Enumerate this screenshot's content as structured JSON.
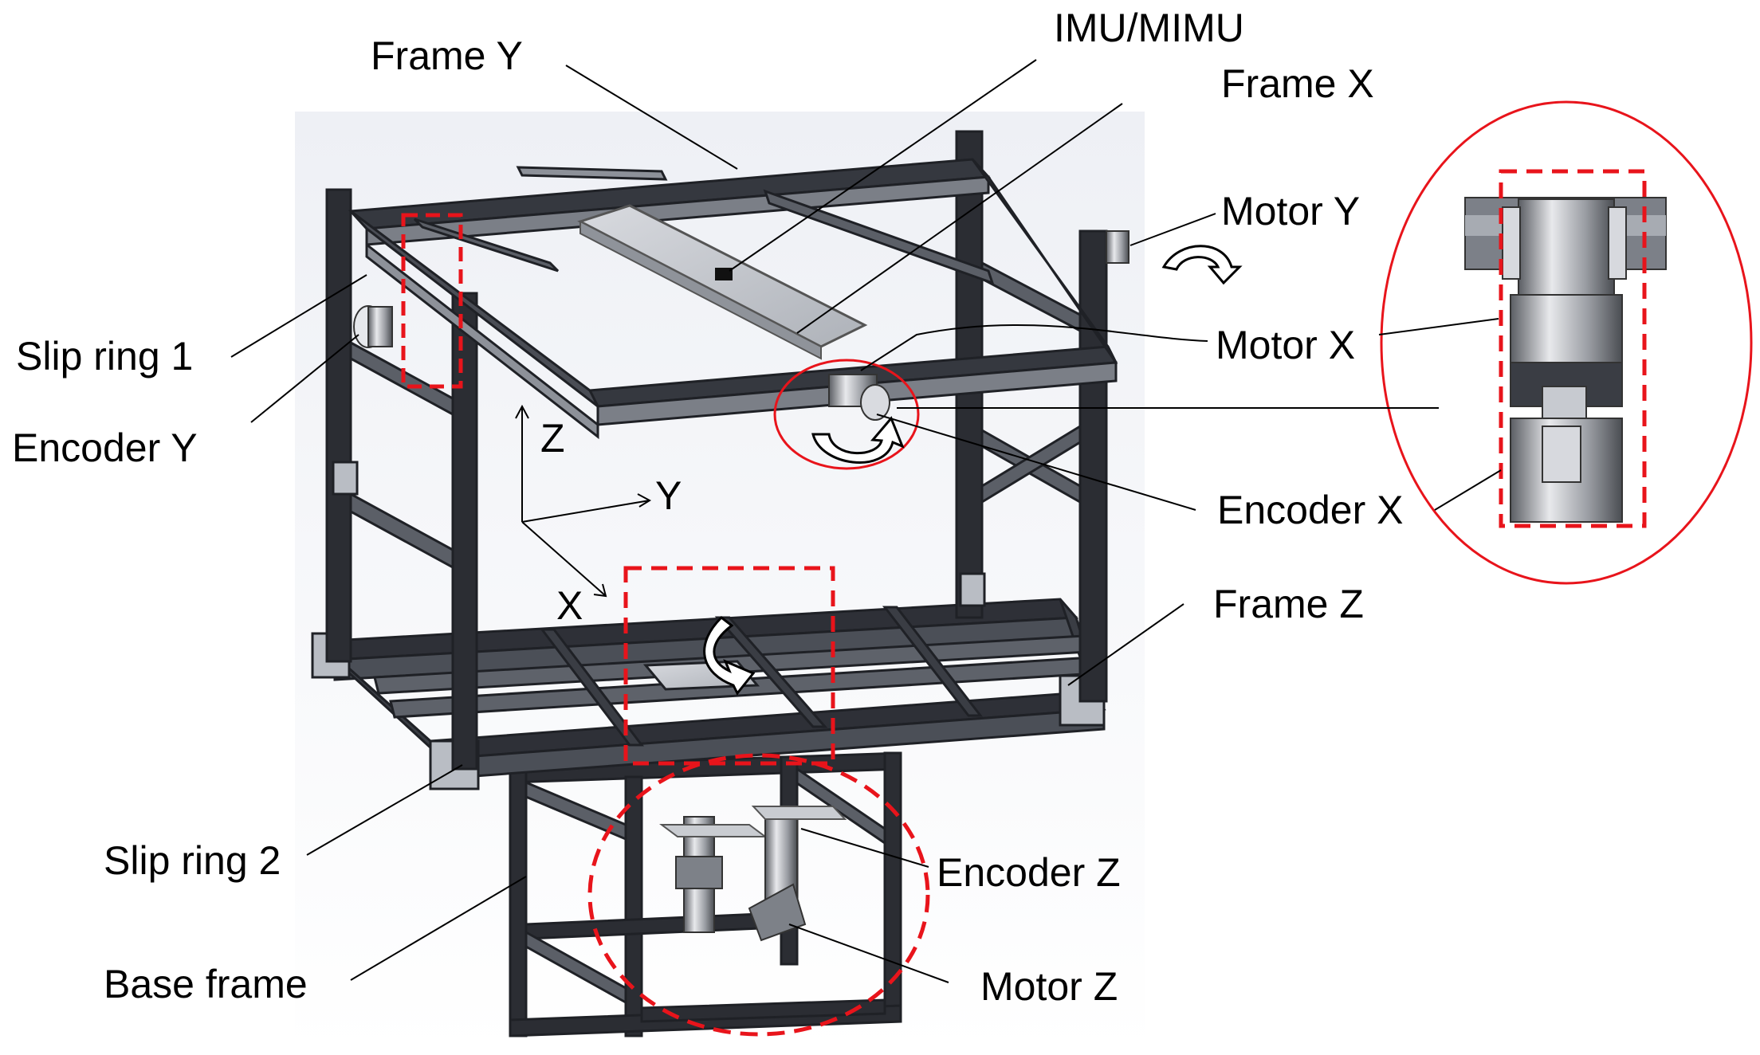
{
  "labels": {
    "frame_y": "Frame Y",
    "imu": "IMU/MIMU",
    "frame_x": "Frame X",
    "motor_y": "Motor Y",
    "slip_ring_1": "Slip ring 1",
    "motor_x": "Motor X",
    "encoder_y": "Encoder Y",
    "encoder_x": "Encoder X",
    "frame_z": "Frame Z",
    "slip_ring_2": "Slip ring 2",
    "encoder_z": "Encoder Z",
    "base_frame": "Base frame",
    "motor_z": "Motor Z"
  },
  "axes": {
    "x": "X",
    "y": "Y",
    "z": "Z"
  },
  "colors": {
    "highlight": "#e8141b",
    "frame_dark": "#2b2d33",
    "frame_mid": "#6e727b",
    "frame_light": "#b9bdc4",
    "background_panel": "#e9ecf2"
  }
}
